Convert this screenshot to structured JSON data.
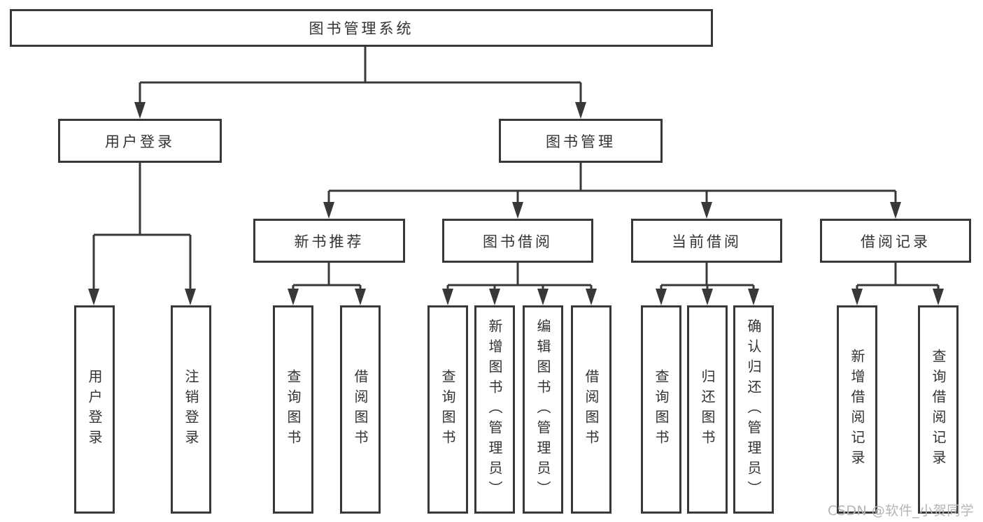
{
  "diagram_title": "图书管理系统",
  "colors": {
    "line": "#383838",
    "text": "#333333",
    "background": "#ffffff",
    "watermark": "#b4b4b4"
  },
  "watermark": {
    "text": "CSDN @软件_小贺同学"
  },
  "nodes": {
    "root": {
      "label": "图书管理系统",
      "children": [
        "user_login",
        "book_management"
      ]
    },
    "user_login": {
      "label": "用户登录",
      "children": [
        "leaf_user_login",
        "leaf_logout_login"
      ]
    },
    "book_management": {
      "label": "图书管理",
      "children": [
        "new_book_recommend",
        "book_borrow",
        "current_borrow",
        "borrow_records"
      ]
    },
    "new_book_recommend": {
      "label": "新书推荐",
      "children": [
        "leaf_query_book_1",
        "leaf_borrow_book_1"
      ]
    },
    "book_borrow": {
      "label": "图书借阅",
      "children": [
        "leaf_query_book_2",
        "leaf_add_book",
        "leaf_edit_book",
        "leaf_borrow_book_2"
      ]
    },
    "current_borrow": {
      "label": "当前借阅",
      "children": [
        "leaf_query_book_3",
        "leaf_return_book",
        "leaf_confirm_return"
      ]
    },
    "borrow_records": {
      "label": "借阅记录",
      "children": [
        "leaf_add_borrow_record",
        "leaf_query_borrow_record"
      ]
    },
    "leaf_user_login": {
      "label": "用户登录"
    },
    "leaf_logout_login": {
      "label": "注销登录"
    },
    "leaf_query_book_1": {
      "label": "查询图书"
    },
    "leaf_borrow_book_1": {
      "label": "借阅图书"
    },
    "leaf_query_book_2": {
      "label": "查询图书"
    },
    "leaf_add_book": {
      "label": "新增图书（管理员）"
    },
    "leaf_edit_book": {
      "label": "编辑图书（管理员）"
    },
    "leaf_borrow_book_2": {
      "label": "借阅图书"
    },
    "leaf_query_book_3": {
      "label": "查询图书"
    },
    "leaf_return_book": {
      "label": "归还图书"
    },
    "leaf_confirm_return": {
      "label": "确认归还（管理员）"
    },
    "leaf_add_borrow_record": {
      "label": "新增借阅记录"
    },
    "leaf_query_borrow_record": {
      "label": "查询借阅记录"
    }
  }
}
